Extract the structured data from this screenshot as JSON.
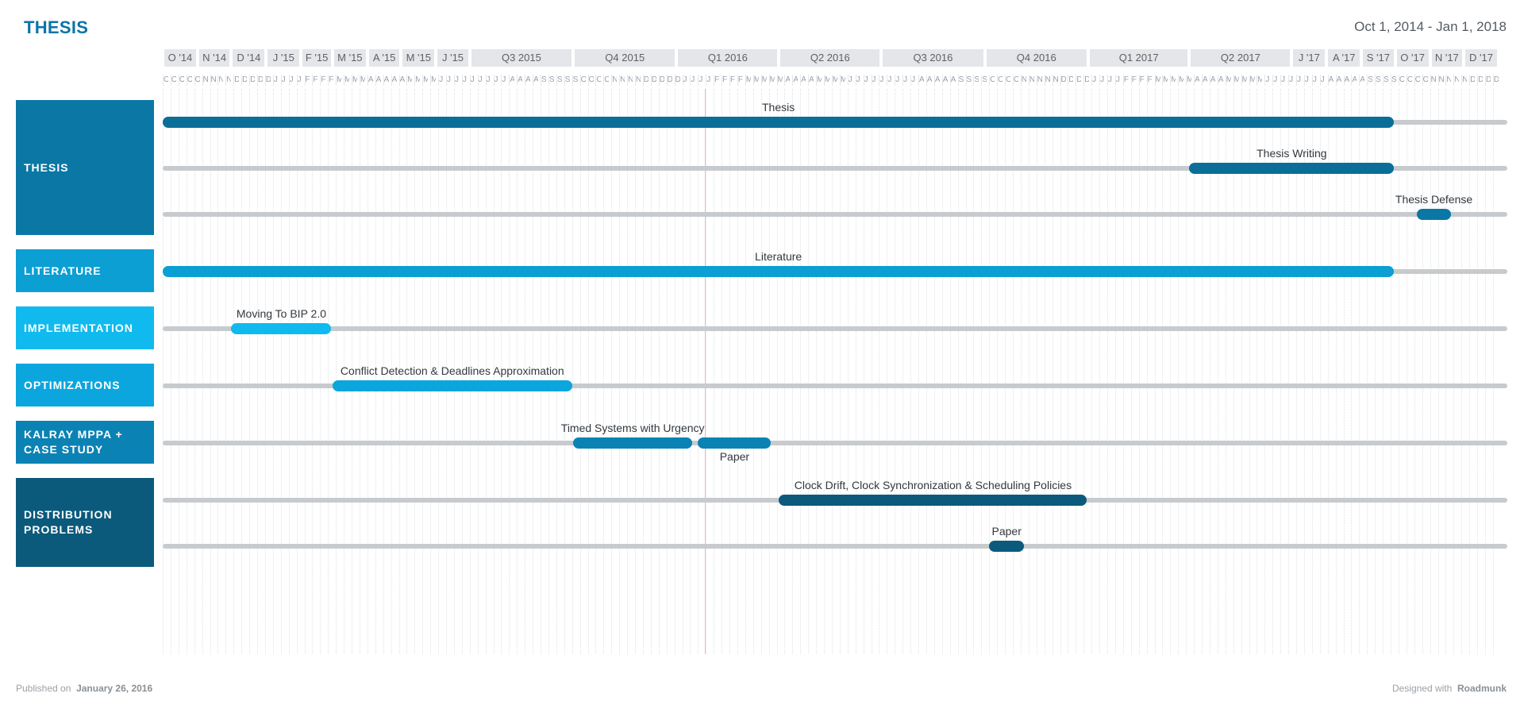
{
  "header": {
    "title": "THESIS",
    "date_range": "Oct 1, 2014 - Jan 1, 2018"
  },
  "footer": {
    "published_prefix": "Published on",
    "published_date": "January 26, 2016",
    "designed_prefix": "Designed with",
    "designed_brand": "Roadmunk"
  },
  "timeline": {
    "start": "2014-10-01",
    "end": "2018-01-01",
    "today": "2016-01-26",
    "headers": [
      {
        "label": "O '14",
        "start": "2014-10-01",
        "end": "2014-11-01"
      },
      {
        "label": "N '14",
        "start": "2014-11-01",
        "end": "2014-12-01"
      },
      {
        "label": "D '14",
        "start": "2014-12-01",
        "end": "2015-01-01"
      },
      {
        "label": "J '15",
        "start": "2015-01-01",
        "end": "2015-02-01"
      },
      {
        "label": "F '15",
        "start": "2015-02-01",
        "end": "2015-03-01"
      },
      {
        "label": "M '15",
        "start": "2015-03-01",
        "end": "2015-04-01"
      },
      {
        "label": "A '15",
        "start": "2015-04-01",
        "end": "2015-05-01"
      },
      {
        "label": "M '15",
        "start": "2015-05-01",
        "end": "2015-06-01"
      },
      {
        "label": "J '15",
        "start": "2015-06-01",
        "end": "2015-07-01"
      },
      {
        "label": "Q3 2015",
        "start": "2015-07-01",
        "end": "2015-10-01"
      },
      {
        "label": "Q4 2015",
        "start": "2015-10-01",
        "end": "2016-01-01"
      },
      {
        "label": "Q1 2016",
        "start": "2016-01-01",
        "end": "2016-04-01"
      },
      {
        "label": "Q2 2016",
        "start": "2016-04-01",
        "end": "2016-07-01"
      },
      {
        "label": "Q3 2016",
        "start": "2016-07-01",
        "end": "2016-10-01"
      },
      {
        "label": "Q4 2016",
        "start": "2016-10-01",
        "end": "2017-01-01"
      },
      {
        "label": "Q1 2017",
        "start": "2017-01-01",
        "end": "2017-04-01"
      },
      {
        "label": "Q2 2017",
        "start": "2017-04-01",
        "end": "2017-07-01"
      },
      {
        "label": "J '17",
        "start": "2017-07-01",
        "end": "2017-08-01"
      },
      {
        "label": "A '17",
        "start": "2017-08-01",
        "end": "2017-09-01"
      },
      {
        "label": "S '17",
        "start": "2017-09-01",
        "end": "2017-10-01"
      },
      {
        "label": "O '17",
        "start": "2017-10-01",
        "end": "2017-11-01"
      },
      {
        "label": "N '17",
        "start": "2017-11-01",
        "end": "2017-12-01"
      },
      {
        "label": "D '17",
        "start": "2017-12-01",
        "end": "2018-01-01"
      }
    ]
  },
  "chart_data": {
    "type": "gantt",
    "title": "THESIS",
    "x_range": [
      "2014-10-01",
      "2018-01-01"
    ],
    "groups": [
      {
        "name": "THESIS",
        "color": "#0b77a5",
        "items": [
          {
            "label": "Thesis",
            "start": "2014-10-01",
            "end": "2017-09-30",
            "color": "#0b6e98",
            "label_pos": "above"
          },
          {
            "label": "Thesis Writing",
            "start": "2017-04-01",
            "end": "2017-09-30",
            "color": "#0b6e98",
            "label_pos": "above"
          },
          {
            "label": "Thesis Defense",
            "start": "2017-10-20",
            "end": "2017-11-20",
            "color": "#0b77a5",
            "label_pos": "above"
          }
        ]
      },
      {
        "name": "LITERATURE",
        "color": "#0b9fd4",
        "items": [
          {
            "label": "Literature",
            "start": "2014-10-01",
            "end": "2017-09-30",
            "color": "#0b9fd4",
            "label_pos": "above"
          }
        ]
      },
      {
        "name": "IMPLEMENTATION",
        "color": "#10baee",
        "items": [
          {
            "label": "Moving To BIP 2.0",
            "start": "2014-12-01",
            "end": "2015-02-28",
            "color": "#10baee",
            "label_pos": "above"
          }
        ]
      },
      {
        "name": "OPTIMIZATIONS",
        "color": "#0ba6de",
        "items": [
          {
            "label": "Conflict Detection & Deadlines Approximation",
            "start": "2015-03-01",
            "end": "2015-09-30",
            "color": "#0ba6de",
            "label_pos": "above"
          }
        ]
      },
      {
        "name": "KALRAY MPPA + CASE STUDY",
        "color": "#0b82b4",
        "items": [
          {
            "label": "Timed Systems with Urgency",
            "start": "2015-10-01",
            "end": "2016-01-15",
            "color": "#0b82b4",
            "label_pos": "above",
            "lane": 0
          },
          {
            "label": "Paper",
            "start": "2016-01-20",
            "end": "2016-03-25",
            "color": "#0b82b4",
            "label_pos": "below",
            "lane": 0
          }
        ]
      },
      {
        "name": "DISTRIBUTION PROBLEMS",
        "color": "#0b5a7c",
        "items": [
          {
            "label": "Clock Drift, Clock Synchronization & Scheduling Policies",
            "start": "2016-04-01",
            "end": "2016-12-31",
            "color": "#0b5a7c",
            "label_pos": "above"
          },
          {
            "label": "Paper",
            "start": "2016-10-05",
            "end": "2016-11-05",
            "color": "#0b5a7c",
            "label_pos": "above"
          }
        ]
      }
    ]
  }
}
